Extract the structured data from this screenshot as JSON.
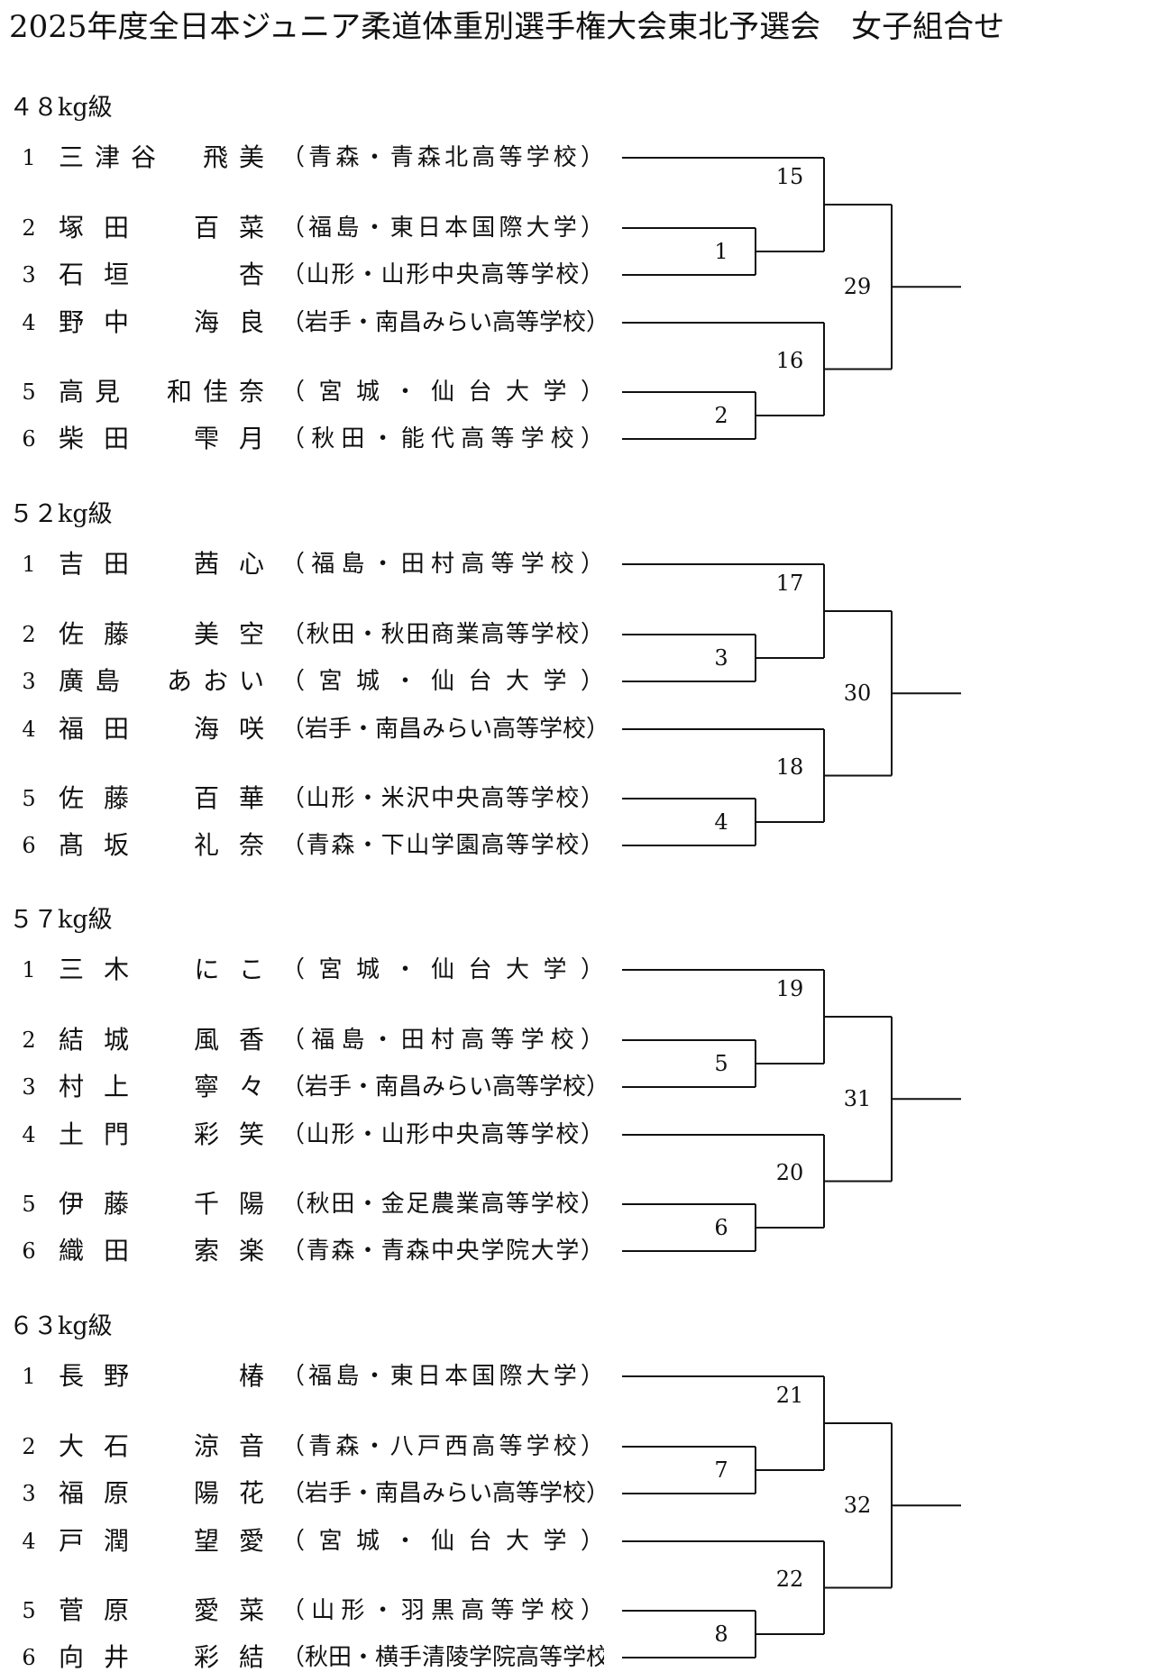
{
  "title": "2025年度全日本ジュニア柔道体重別選手権大会東北予選会　女子組合せ",
  "divisions": [
    {
      "name": "４８kg級",
      "athletes": [
        {
          "seed": "1",
          "name": "三津谷　飛美",
          "team": "（青森・青森北高等学校）"
        },
        {
          "seed": "2",
          "name": "塚田　百菜",
          "team": "（福島・東日本国際大学）"
        },
        {
          "seed": "3",
          "name": "石垣　　杏",
          "team": "（山形・山形中央高等学校）"
        },
        {
          "seed": "4",
          "name": "野中　海良",
          "team": "（岩手・南昌みらい高等学校）"
        },
        {
          "seed": "5",
          "name": "高見　和佳奈",
          "team": "（宮城・仙台大学）"
        },
        {
          "seed": "6",
          "name": "柴田　雫月",
          "team": "（秋田・能代高等学校）"
        }
      ],
      "matches": {
        "m1": "1",
        "m2": "2",
        "semi1": "15",
        "semi2": "16",
        "final": "29"
      }
    },
    {
      "name": "５２kg級",
      "athletes": [
        {
          "seed": "1",
          "name": "吉田　茜心",
          "team": "（福島・田村高等学校）"
        },
        {
          "seed": "2",
          "name": "佐藤　美空",
          "team": "（秋田・秋田商業高等学校）"
        },
        {
          "seed": "3",
          "name": "廣島　あおい",
          "team": "（宮城・仙台大学）"
        },
        {
          "seed": "4",
          "name": "福田　海咲",
          "team": "（岩手・南昌みらい高等学校）"
        },
        {
          "seed": "5",
          "name": "佐藤　百華",
          "team": "（山形・米沢中央高等学校）"
        },
        {
          "seed": "6",
          "name": "髙坂　礼奈",
          "team": "（青森・下山学園高等学校）"
        }
      ],
      "matches": {
        "m1": "3",
        "m2": "4",
        "semi1": "17",
        "semi2": "18",
        "final": "30"
      }
    },
    {
      "name": "５７kg級",
      "athletes": [
        {
          "seed": "1",
          "name": "三木　にこ",
          "team": "（宮城・仙台大学）"
        },
        {
          "seed": "2",
          "name": "結城　風香",
          "team": "（福島・田村高等学校）"
        },
        {
          "seed": "3",
          "name": "村上　寧々",
          "team": "（岩手・南昌みらい高等学校）"
        },
        {
          "seed": "4",
          "name": "土門　彩笑",
          "team": "（山形・山形中央高等学校）"
        },
        {
          "seed": "5",
          "name": "伊藤　千陽",
          "team": "（秋田・金足農業高等学校）"
        },
        {
          "seed": "6",
          "name": "織田　索楽",
          "team": "（青森・青森中央学院大学）"
        }
      ],
      "matches": {
        "m1": "5",
        "m2": "6",
        "semi1": "19",
        "semi2": "20",
        "final": "31"
      }
    },
    {
      "name": "６３kg級",
      "athletes": [
        {
          "seed": "1",
          "name": "長野　　椿",
          "team": "（福島・東日本国際大学）"
        },
        {
          "seed": "2",
          "name": "大石　涼音",
          "team": "（青森・八戸西高等学校）"
        },
        {
          "seed": "3",
          "name": "福原　陽花",
          "team": "（岩手・南昌みらい高等学校）"
        },
        {
          "seed": "4",
          "name": "戸潤　望愛",
          "team": "（宮城・仙台大学）"
        },
        {
          "seed": "5",
          "name": "菅原　愛菜",
          "team": "（山形・羽黒高等学校）"
        },
        {
          "seed": "6",
          "name": "向井　彩結",
          "team": "（秋田・横手清陵学院高等学校）"
        }
      ],
      "matches": {
        "m1": "7",
        "m2": "8",
        "semi1": "21",
        "semi2": "22",
        "final": "32"
      }
    }
  ]
}
